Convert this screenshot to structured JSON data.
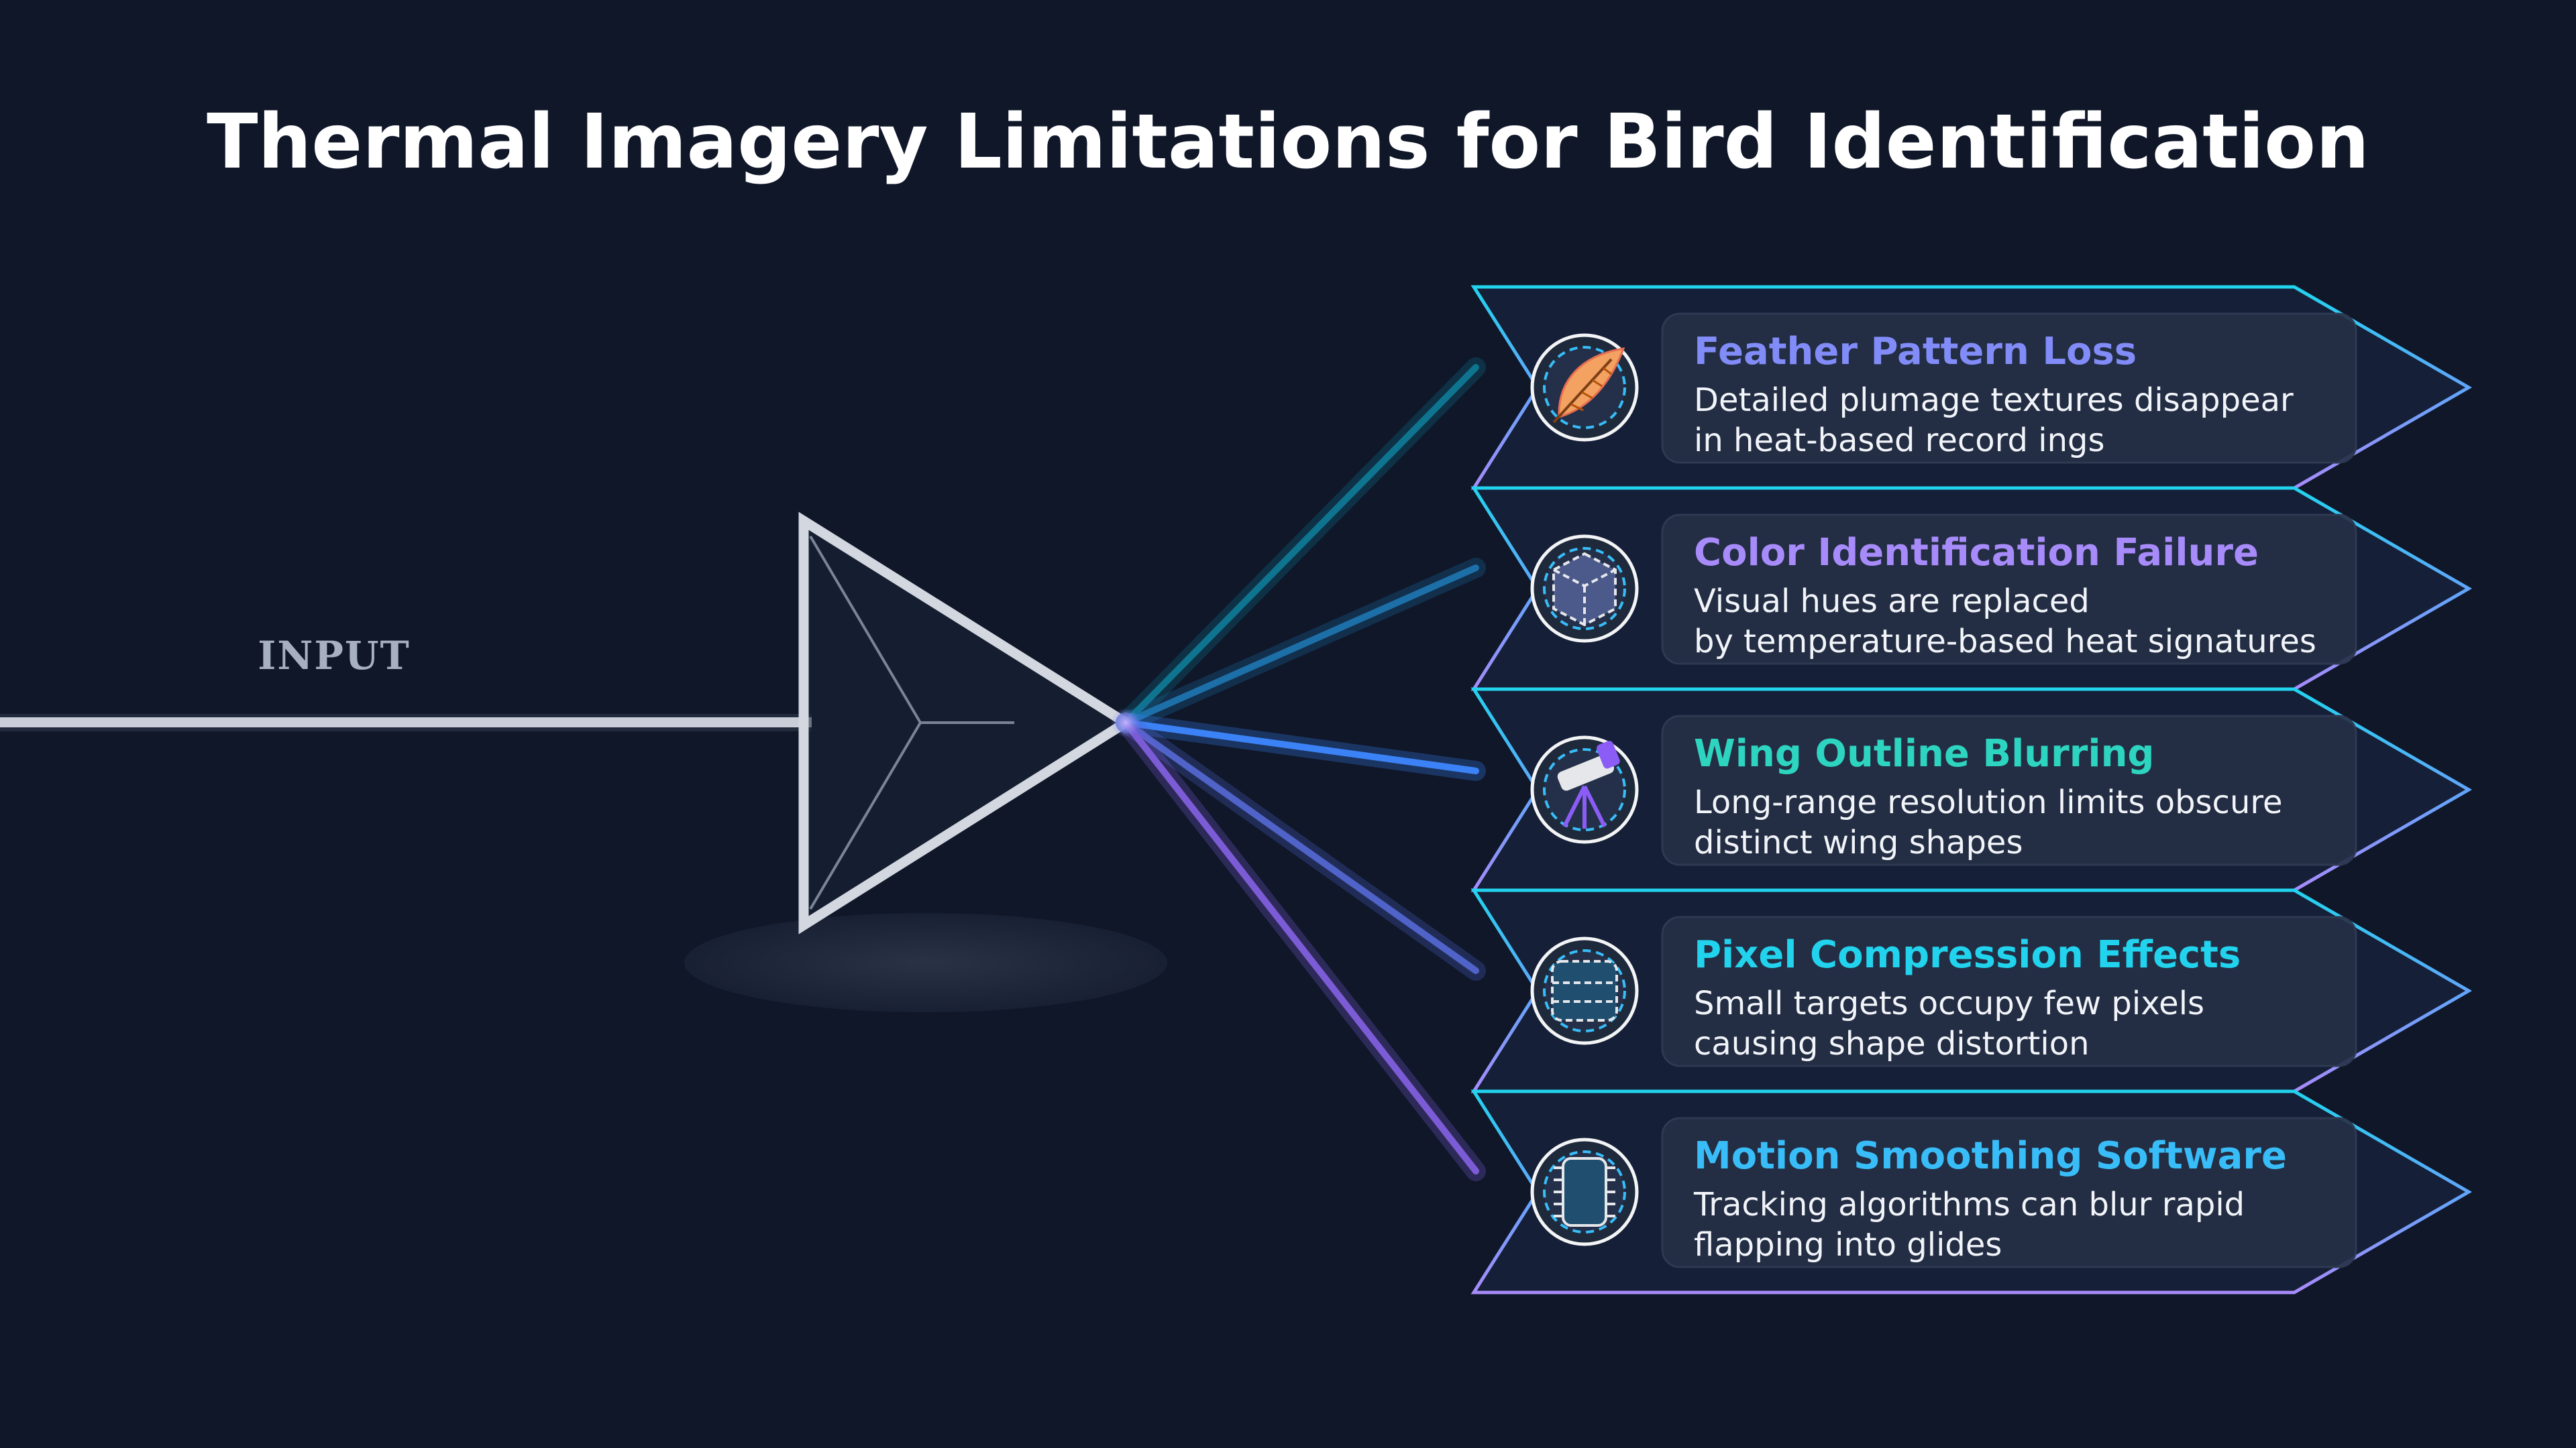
{
  "title": "Thermal Imagery Limitations for Bird Identification",
  "input_label": "INPUT",
  "colors": {
    "background": "#0f1729",
    "beam": "#c9ced8",
    "prism": "#d3d7df",
    "gradient_top": "#22d3ee",
    "gradient_bottom": "#a78bfa"
  },
  "items": [
    {
      "title": "Feather Pattern Loss",
      "desc_line1": "Detailed plumage textures disappear",
      "desc_line2": "in heat-based record ings",
      "icon": "feather-icon",
      "title_color": "#818cf8",
      "ray_color": "#0e7490"
    },
    {
      "title": "Color Identification Failure",
      "desc_line1": "Visual hues are replaced",
      "desc_line2": "by temperature-based heat signatures",
      "icon": "cube-icon",
      "title_color": "#a78bfa",
      "ray_color": "#1d6fa8"
    },
    {
      "title": "Wing Outline Blurring",
      "desc_line1": "Long-range resolution limits obscure",
      "desc_line2": "distinct wing shapes",
      "icon": "telescope-icon",
      "title_color": "#2dd4bf",
      "ray_color": "#3b82f6"
    },
    {
      "title": "Pixel Compression Effects",
      "desc_line1": "Small targets occupy few pixels",
      "desc_line2": "causing shape distortion",
      "icon": "grid-icon",
      "title_color": "#22d3ee",
      "ray_color": "#4f63c9"
    },
    {
      "title": "Motion Smoothing Software",
      "desc_line1": "Tracking algorithms can blur rapid",
      "desc_line2": "flapping into glides",
      "icon": "chip-icon",
      "title_color": "#38bdf8",
      "ray_color": "#7c5cd6"
    }
  ]
}
